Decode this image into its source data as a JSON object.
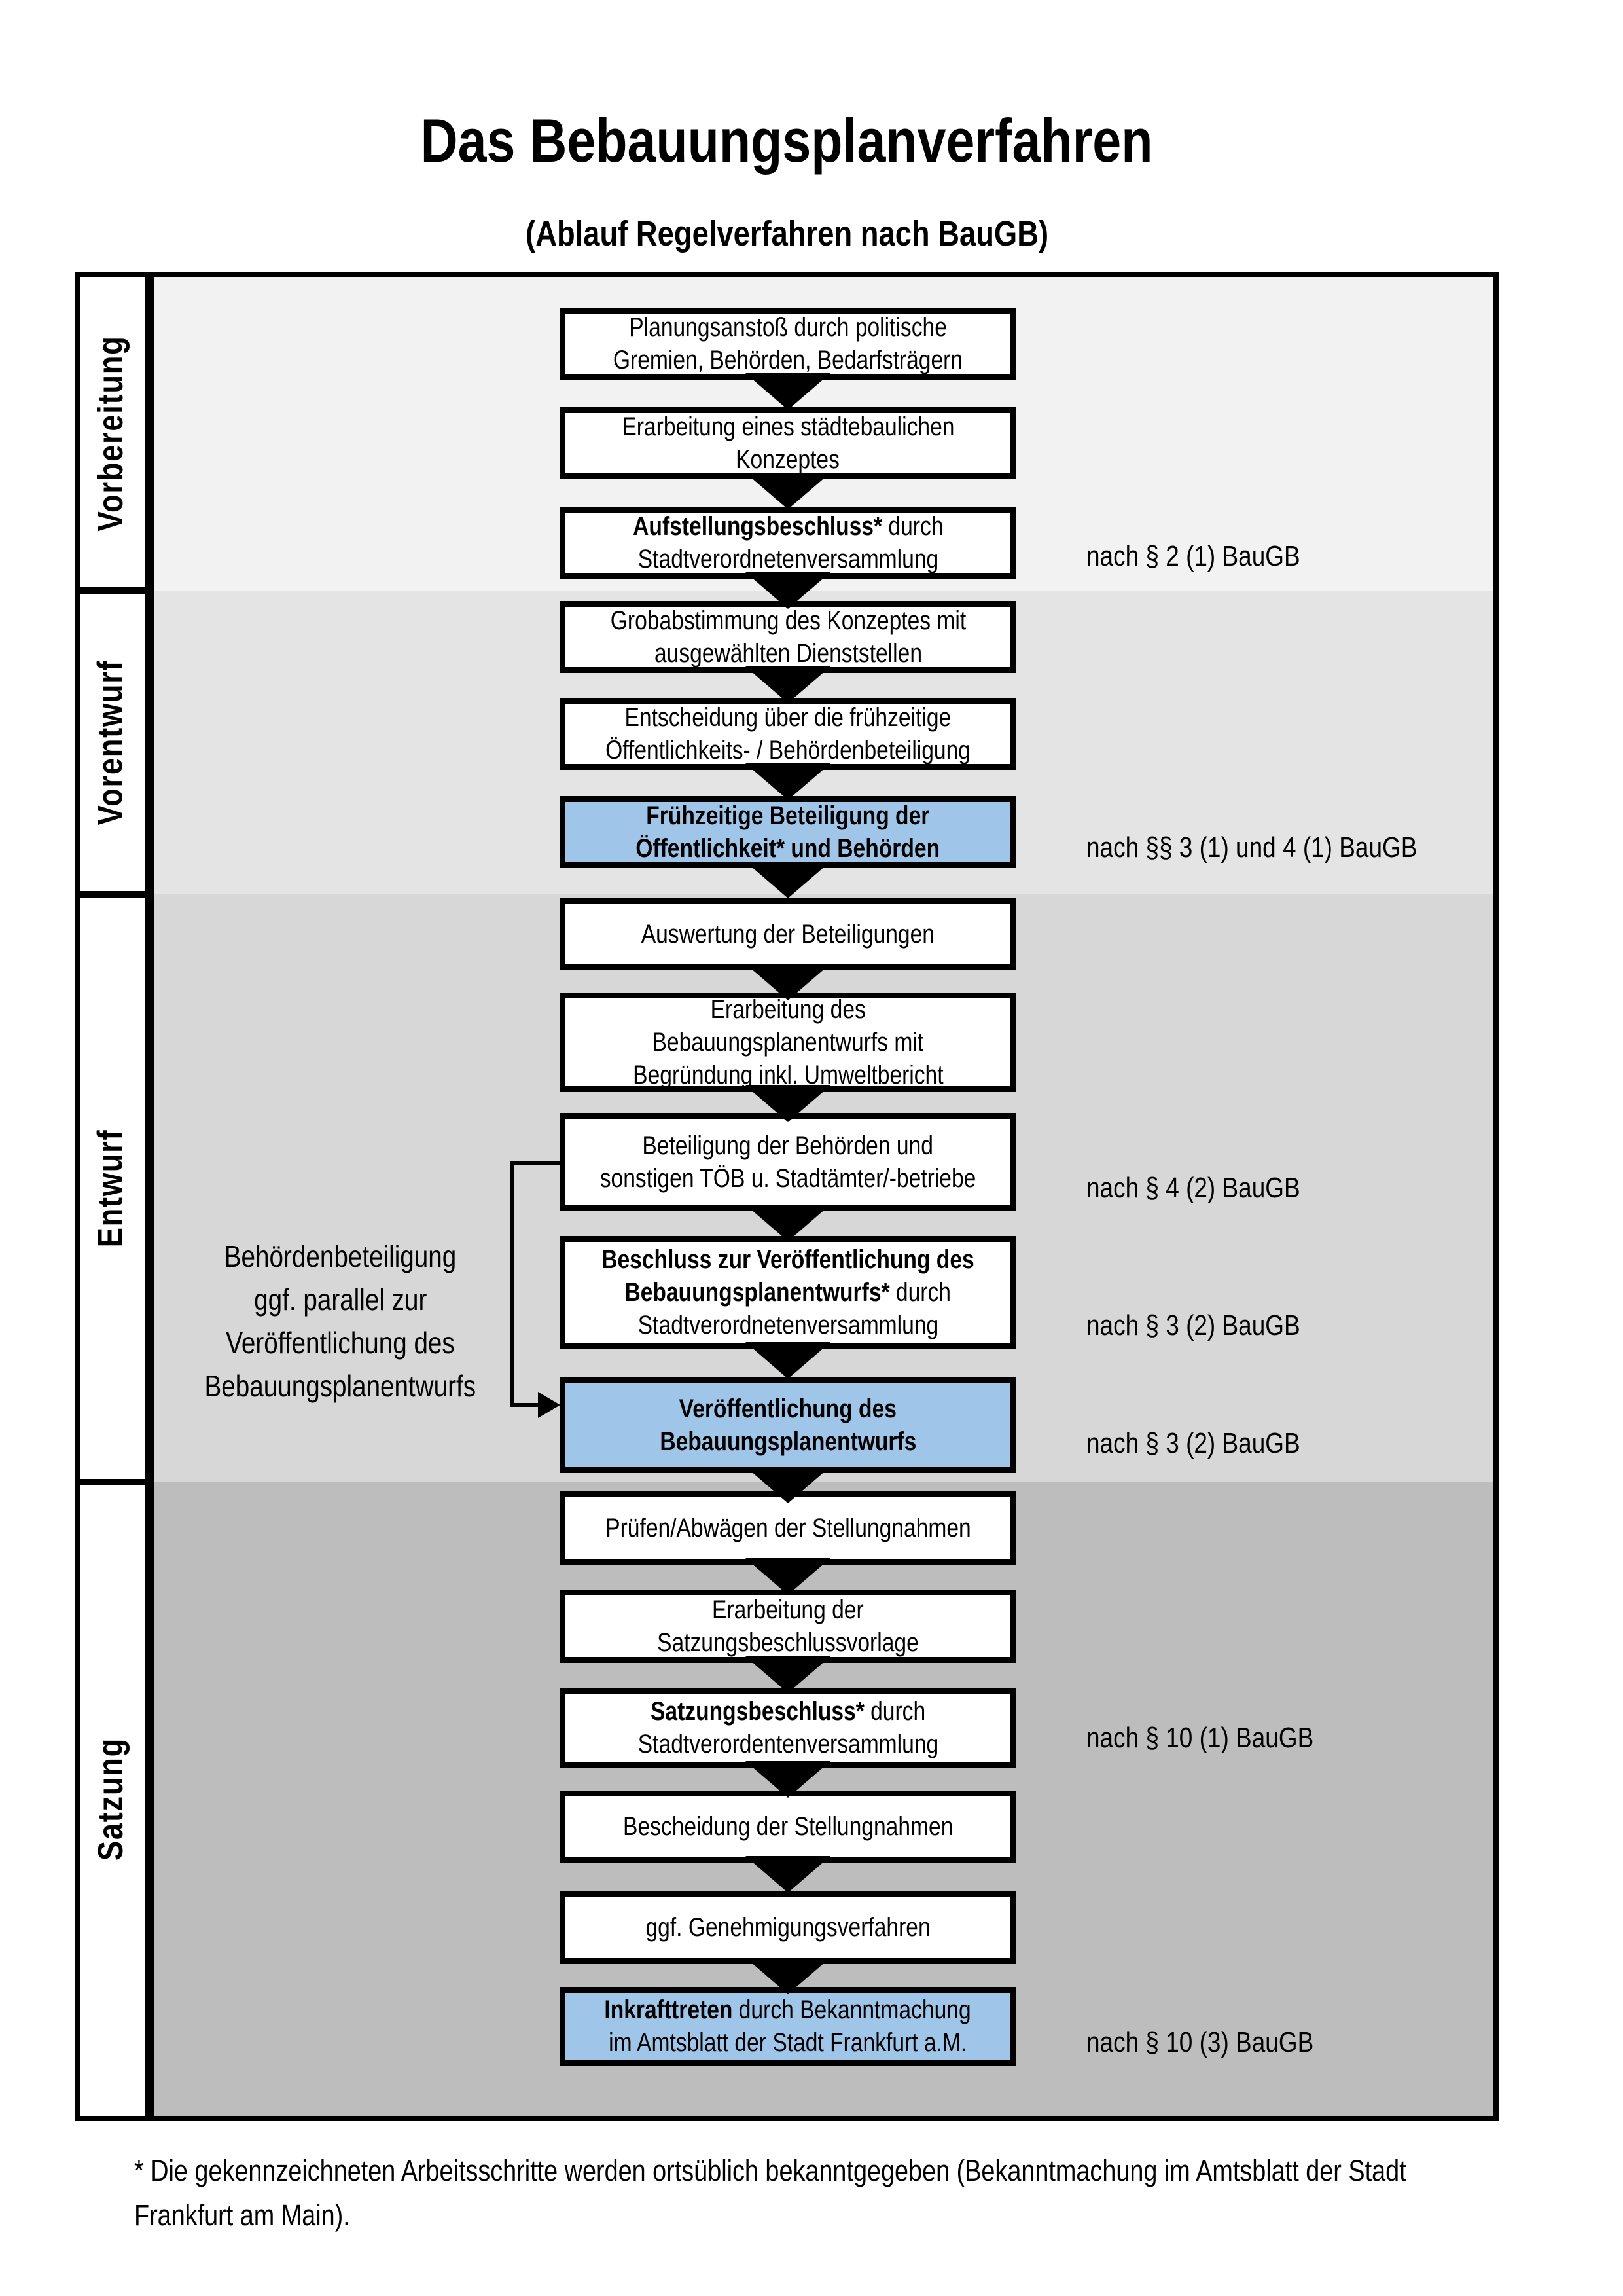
{
  "title": "Das Bebauungsplanverfahren",
  "subtitle": "(Ablauf Regelverfahren nach BauGB)",
  "colors": {
    "highlight_box": "#9fc5e8",
    "box_bg": "#ffffff",
    "line_color": "#000000",
    "section1_bg": "#f2f2f2",
    "section2_bg": "#e4e4e4",
    "section3_bg": "#d7d7d7",
    "section4_bg": "#bdbdbd"
  },
  "phases": {
    "p1": "Vorbereitung",
    "p2": "Vorentwurf",
    "p3": "Entwurf",
    "p4": "Satzung"
  },
  "boxes": {
    "v1": {
      "line1": "Planungsanstoß durch politische",
      "line2": "Gremien, Behörden, Bedarfsträgern"
    },
    "v2": {
      "line1": "Erarbeitung eines städtebaulichen",
      "line2": "Konzeptes"
    },
    "v3": {
      "line1_bold": "Aufstellungsbeschluss*",
      "line1_rest": " durch",
      "line2": "Stadtverordnetenversammlung"
    },
    "v4": {
      "line1": "Grobabstimmung des Konzeptes mit",
      "line2": "ausgewählten Dienststellen"
    },
    "v5": {
      "line1": "Entscheidung über die frühzeitige",
      "line2": "Öffentlichkeits- / Behördenbeteiligung"
    },
    "v6": {
      "line1": "Frühzeitige Beteiligung der",
      "line2": "Öffentlichkeit* und Behörden"
    },
    "e1": {
      "line1": "Auswertung der Beteiligungen"
    },
    "e2": {
      "line1": "Erarbeitung des",
      "line2": "Bebauungsplanentwurfs mit",
      "line3": "Begründung inkl. Umweltbericht"
    },
    "e3": {
      "line1": "Beteiligung der Behörden und",
      "line2": "sonstigen TÖB u. Stadtämter/-betriebe"
    },
    "e4": {
      "line1_bold": "Beschluss zur Veröffentlichung des",
      "line2_bold": "Bebauungsplanentwurfs*",
      "line2_rest": " durch",
      "line3": "Stadtverordnetenversammlung"
    },
    "e5": {
      "line1": "Veröffentlichung des",
      "line2": "Bebauungsplanentwurfs"
    },
    "s1": {
      "line1": "Prüfen/Abwägen der Stellungnahmen"
    },
    "s2": {
      "line1": "Erarbeitung der",
      "line2": "Satzungsbeschlussvorlage"
    },
    "s3": {
      "line1_bold": "Satzungsbeschluss*",
      "line1_rest": " durch",
      "line2": "Stadtverordentenversammlung"
    },
    "s4": {
      "line1": "Bescheidung der Stellungnahmen"
    },
    "s5": {
      "line1": "ggf. Genehmigungsverfahren"
    },
    "s6": {
      "line1_bold": "Inkrafttreten",
      "line1_rest": " durch Bekanntmachung",
      "line2": "im Amtsblatt der Stadt Frankfurt a.M."
    }
  },
  "refs": {
    "r1": "nach § 2 (1) BauGB",
    "r2": "nach §§ 3 (1) und 4 (1) BauGB",
    "r3": "nach § 4 (2) BauGB",
    "r4": "nach § 3 (2) BauGB",
    "r5": "nach § 3 (2) BauGB",
    "r6": "nach § 10 (1) BauGB",
    "r7": "nach § 10 (3) BauGB"
  },
  "annotation": {
    "line1": "Behördenbeteiligung",
    "line2": "ggf. parallel zur",
    "line3": "Veröffentlichung des",
    "line4": "Bebauungsplanentwurfs"
  },
  "footnote": {
    "line1": "* Die gekennzeichneten Arbeitsschritte werden ortsüblich bekanntgegeben (Bekanntmachung im Amtsblatt  der Stadt",
    "line2": "Frankfurt am Main)."
  }
}
